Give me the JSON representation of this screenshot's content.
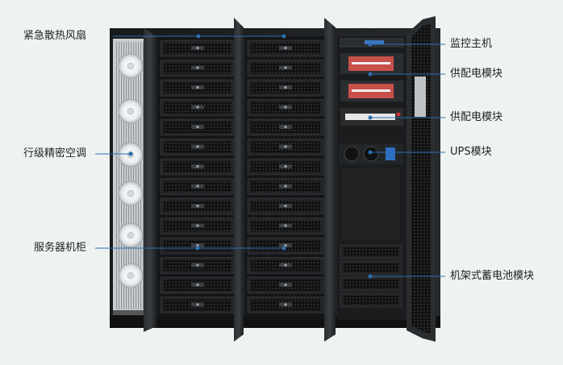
{
  "labels": {
    "emergency_fan": "紧急散热风扇",
    "precision_ac": "行级精密空调",
    "server_cabinet": "服务器机柜",
    "monitor_host": "监控主机",
    "pdu_module_1": "供配电模块",
    "pdu_module_2": "供配电模块",
    "ups_module": "UPS模块",
    "battery_module": "机架式蓄电池模块"
  },
  "colors": {
    "background": "#eef3f1",
    "cabinet": "#1d1f21",
    "callout_line": "#2a6fb0",
    "pdu_red": "#c8504a"
  }
}
